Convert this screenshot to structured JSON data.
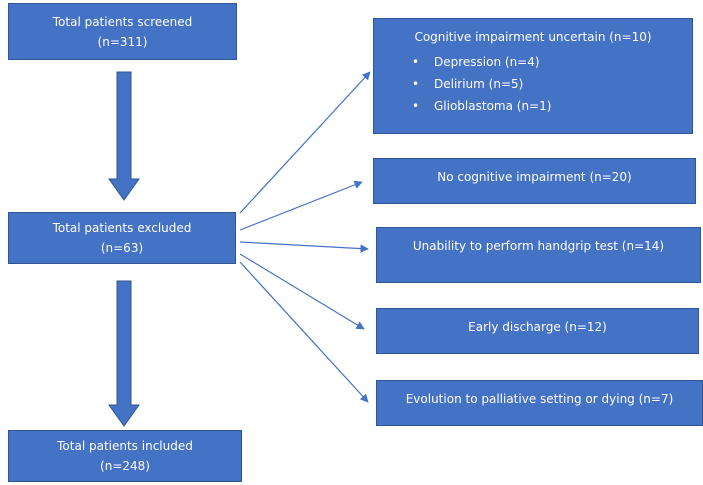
{
  "screened": {
    "line1": "Total patients screened",
    "line2": "(n=311)"
  },
  "excluded": {
    "line1": "Total patients excluded",
    "line2": "(n=63)"
  },
  "included": {
    "line1": "Total patients included",
    "line2": "(n=248)"
  },
  "exclusion_reasons": {
    "uncertain": {
      "title": "Cognitive impairment uncertain (n=10)",
      "items": [
        "Depression (n=4)",
        "Delirium (n=5)",
        "Glioblastoma (n=1)"
      ]
    },
    "no_impairment": "No cognitive impairment (n=20)",
    "handgrip": "Unability to perform handgrip test (n=14)",
    "early_discharge": "Early discharge (n=12)",
    "palliative": "Evolution to palliative setting or dying (n=7)"
  },
  "bullet_glyph": "•",
  "colors": {
    "box_fill": "#4472c4",
    "box_border": "#2f5597",
    "text": "#ffffff",
    "arrow": "#4472c4"
  }
}
